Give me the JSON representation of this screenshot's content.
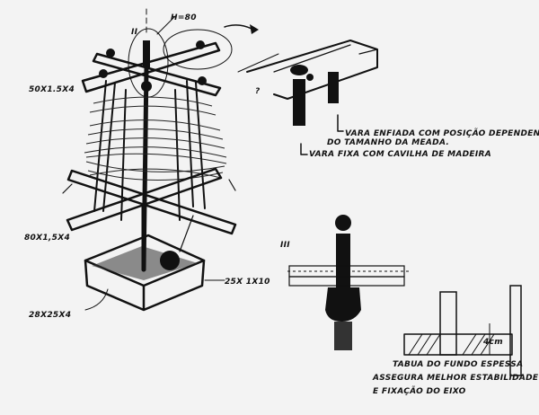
{
  "ink_color": "#111111",
  "paper_color": "#f3f3f3",
  "main_sketch": {
    "detail_marker": "II",
    "height_label": "H=80",
    "top_arms_dims": "50X1.5X4",
    "bottom_arms_dims": "80X1,5X4",
    "box_side_dims": "25X 1X10",
    "box_base_dims": "28X25X4"
  },
  "detail_two": {
    "question_mark": "?",
    "note_line_1": "VARA ENFIADA COM POSIÇÃO DEPENDENTE",
    "note_line_2": "DO TAMANHO DA MEADA.",
    "note_line_3": "VARA FIXA COM CAVILHA DE MADEIRA"
  },
  "detail_three": {
    "marker": "III",
    "measure": "4cm",
    "note_line_1": "TABUA DO FUNDO ESPESSA",
    "note_line_2": "ASSEGURA MELHOR ESTABILIDADE",
    "note_line_3": "E FIXAÇÃO DO EIXO"
  }
}
